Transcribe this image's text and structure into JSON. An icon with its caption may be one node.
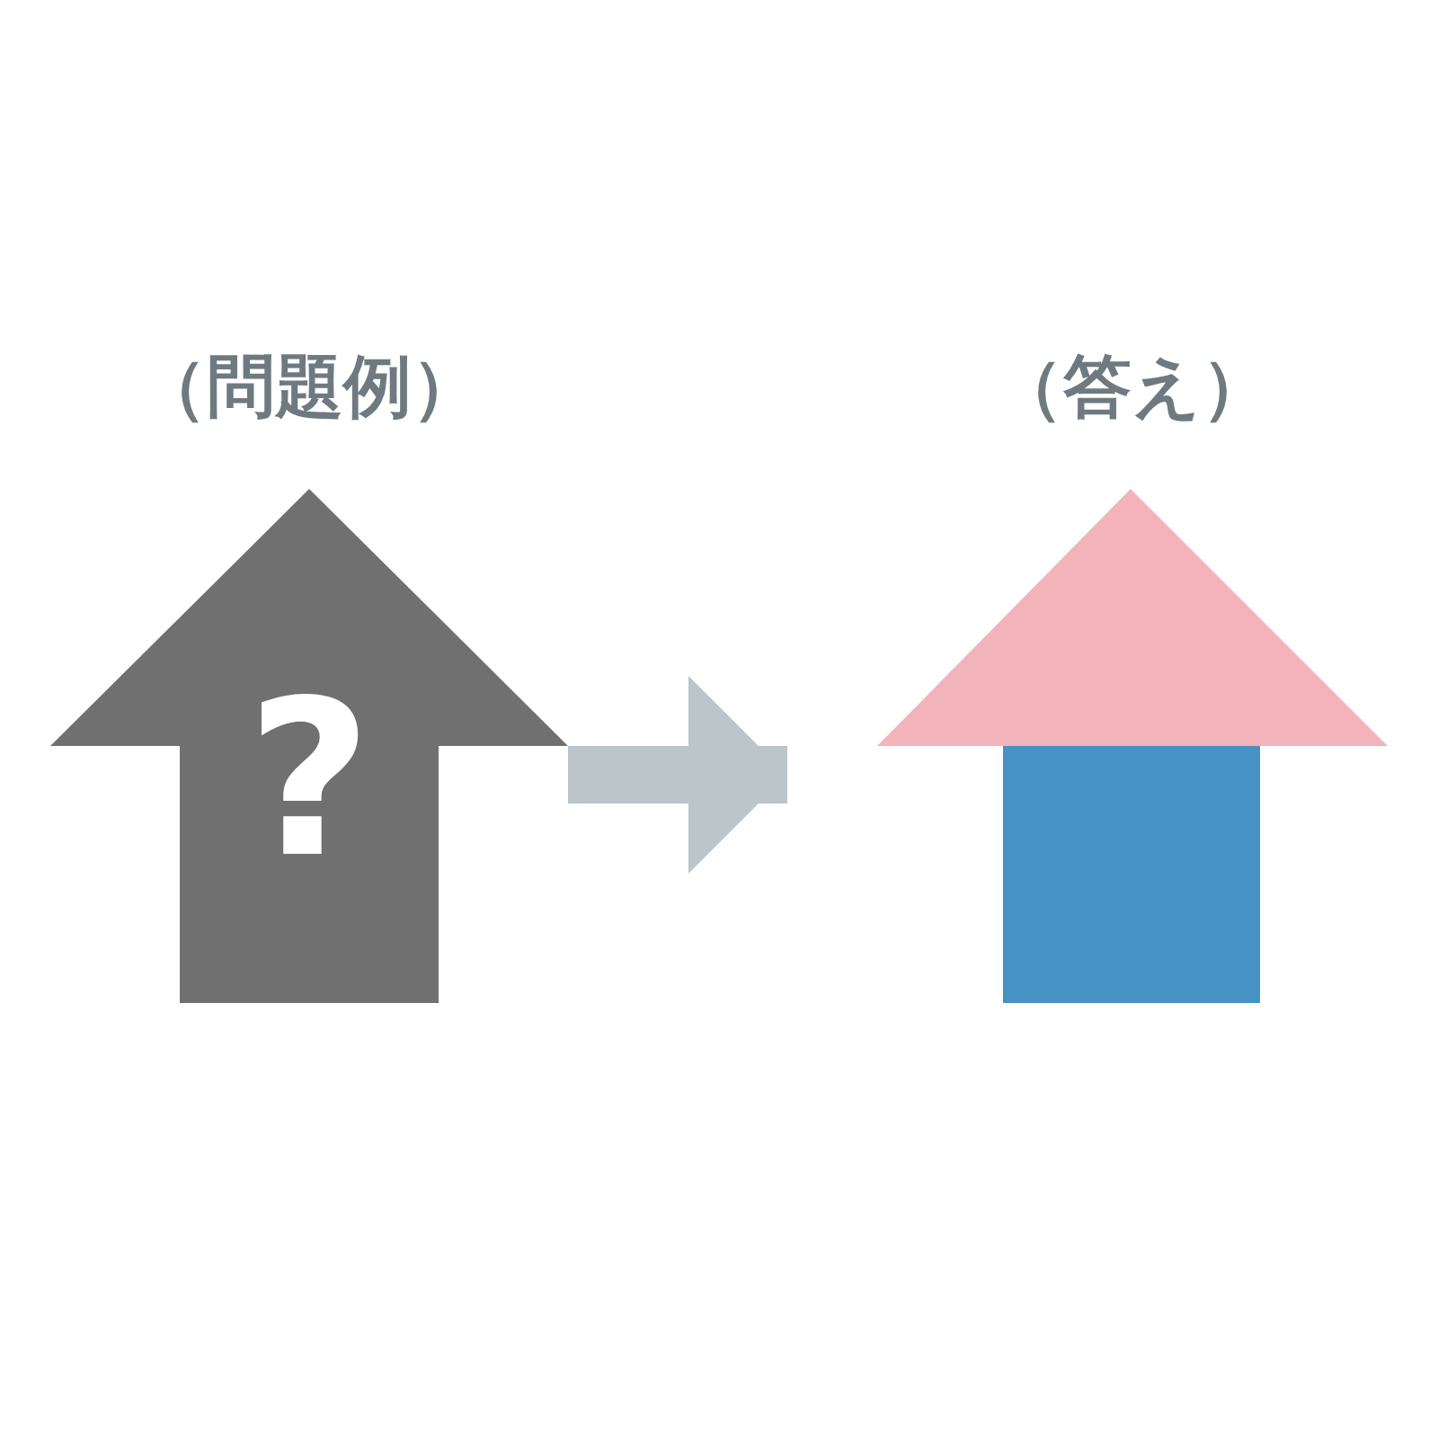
{
  "diagram": {
    "nodes": [
      {
        "text": [
          "（問題例）",
          "?"
        ]
      },
      {
        "text": [
          "（答え）"
        ]
      }
    ],
    "edges": [
      {
        "from": 0,
        "to": 1,
        "arrow": "to"
      }
    ]
  }
}
